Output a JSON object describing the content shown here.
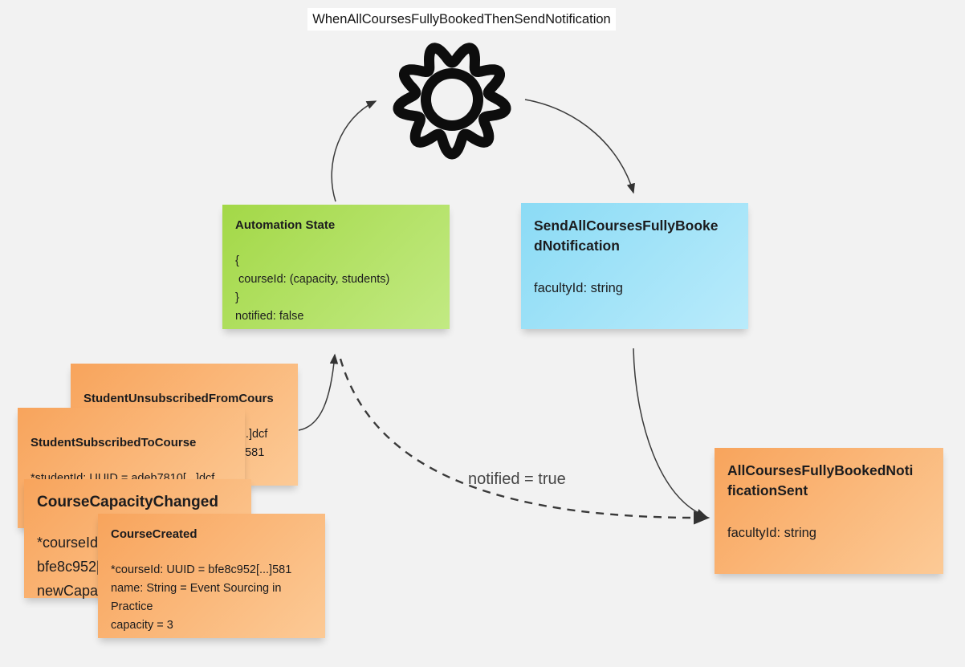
{
  "header": {
    "title": "WhenAllCoursesFullyBookedThenSendNotification"
  },
  "labels": {
    "condition": "notified = true"
  },
  "notes": {
    "automation_state": {
      "title": "Automation State",
      "body_lines": [
        "{",
        " courseId: (capacity, students)",
        "}",
        "notified: false"
      ]
    },
    "send_notification": {
      "title_lines": [
        "SendAllCoursesFullyBooke",
        "dNotification"
      ],
      "body_lines": [
        "facultyId: string"
      ]
    },
    "student_unsubscribed_from_course": {
      "title": "StudentUnsubscribedFromCours",
      "body_lines": [
        "*studentId: UUID = adeb7810[...]dcf",
        "*courseId: UUID = bfe8c952[...]581"
      ]
    },
    "student_subscribed_to_course": {
      "title": "StudentSubscribedToCourse",
      "body_lines": [
        "*studentId: UUID = adeb7810[...]dcf"
      ]
    },
    "course_capacity_changed": {
      "title": "CourseCapacityChanged",
      "body_lines": [
        "*courseId:",
        "bfe8c952[",
        "newCapaci"
      ]
    },
    "course_created": {
      "title": "CourseCreated",
      "body_lines": [
        "*courseId: UUID = bfe8c952[...]581",
        "name: String = Event Sourcing in",
        "Practice",
        "capacity = 3"
      ]
    },
    "notification_sent": {
      "title_lines": [
        "AllCoursesFullyBookedNoti",
        "ficationSent"
      ],
      "body_lines": [
        "facultyId: string"
      ]
    }
  },
  "icons": {
    "gear": "automation-gear"
  },
  "colors": {
    "background": "#f2f2f2",
    "green_note": "#a3d847",
    "blue_note": "#8bdbf5",
    "orange_note": "#f8a45c",
    "arrow": "#3a3a3a",
    "icon": "#0d0d0d"
  }
}
